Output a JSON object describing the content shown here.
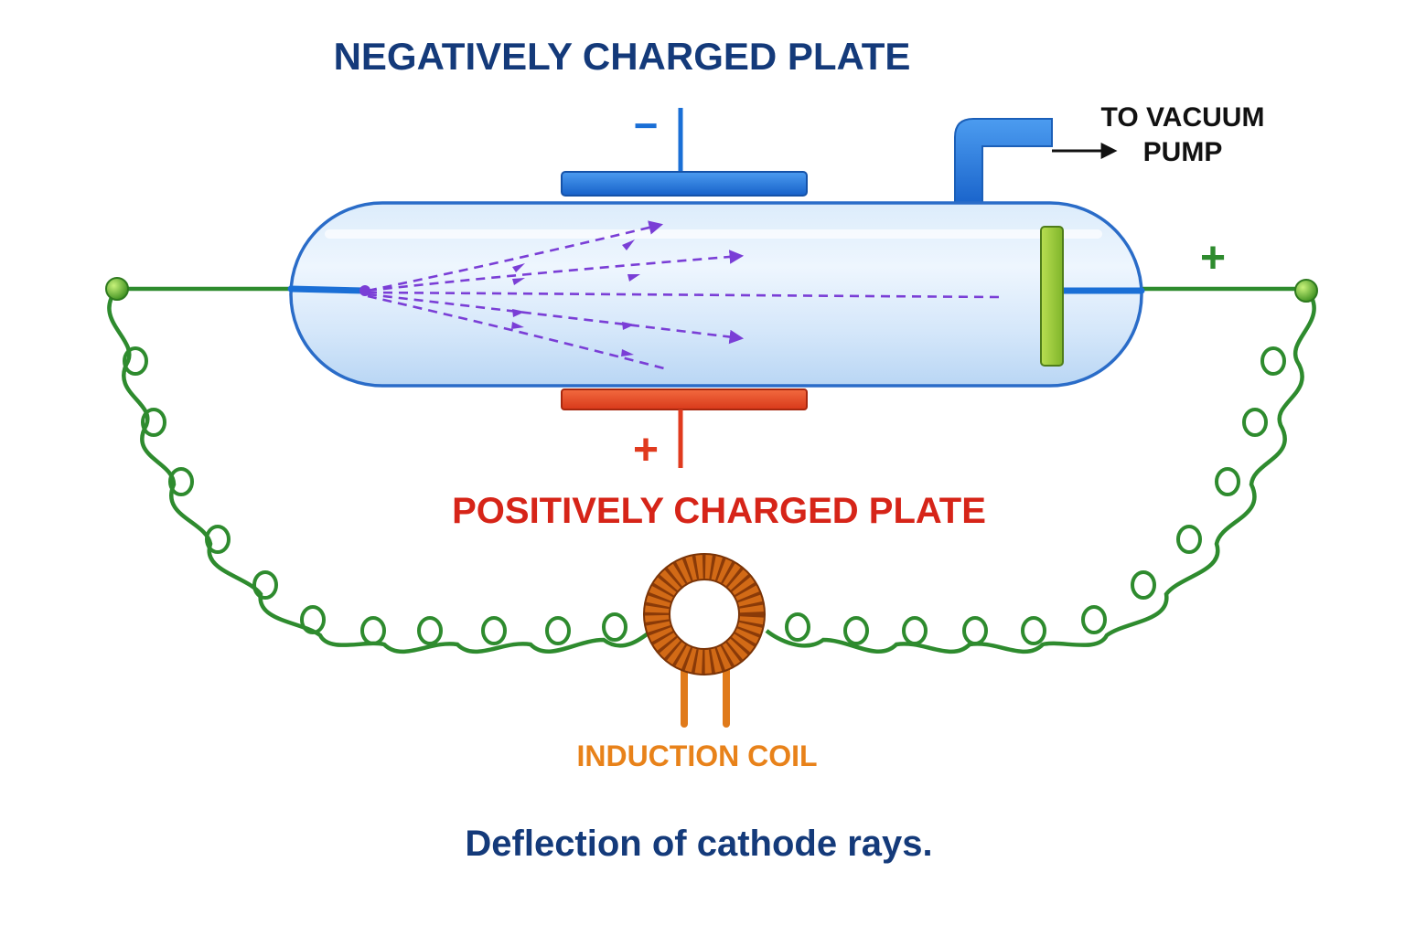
{
  "labels": {
    "negative_plate": "NEGATIVELY CHARGED PLATE",
    "positive_plate": "POSITIVELY CHARGED PLATE",
    "vacuum_line1": "TO VACUUM",
    "vacuum_line2": "PUMP",
    "induction_coil": "INDUCTION COIL",
    "caption": "Deflection of cathode rays."
  },
  "signs": {
    "negative": "−",
    "positive": "+",
    "anode": "+"
  },
  "colors": {
    "negative_blue": "#1a6fd6",
    "positive_red": "#e03a1e",
    "ray_purple": "#7a3ed6",
    "wire_green": "#2e8b2e",
    "coil_orange": "#c85a12",
    "title_navy": "#143a7a",
    "anode_lime": "#9ccc3a"
  },
  "icons": {
    "coil": "toroid-coil-icon",
    "terminal": "terminal-bead-icon",
    "arrow": "arrow-right-icon"
  }
}
